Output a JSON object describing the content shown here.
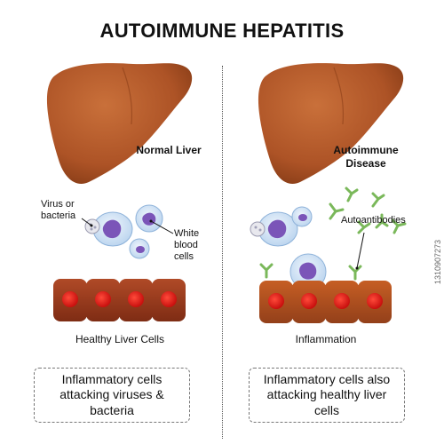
{
  "title": "AUTOIMMUNE HEPATITIS",
  "left": {
    "organ_label": "Normal Liver",
    "virus_label": "Virus or bacteria",
    "wbc_label": "White blood cells",
    "caption": "Healthy Liver Cells",
    "box_text": "Inflammatory cells attacking viruses & bacteria"
  },
  "right": {
    "organ_label": "Autoimmune Disease",
    "antibody_label": "Autoantibodies",
    "caption": "Inflammation",
    "box_text": "Inflammatory cells also attacking healthy liver cells"
  },
  "stock_id": "1310907273",
  "colors": {
    "liver": "#b35a2a",
    "liver_dark": "#8a3e18",
    "hepatocyte_healthy": "#9c3b1f",
    "hepatocyte_inflamed": "#b4501f",
    "nucleus": "#e0201e",
    "wbc_fill": "#d6e6f7",
    "wbc_nucleus": "#7b55b8",
    "antibody": "#7ab85a"
  }
}
